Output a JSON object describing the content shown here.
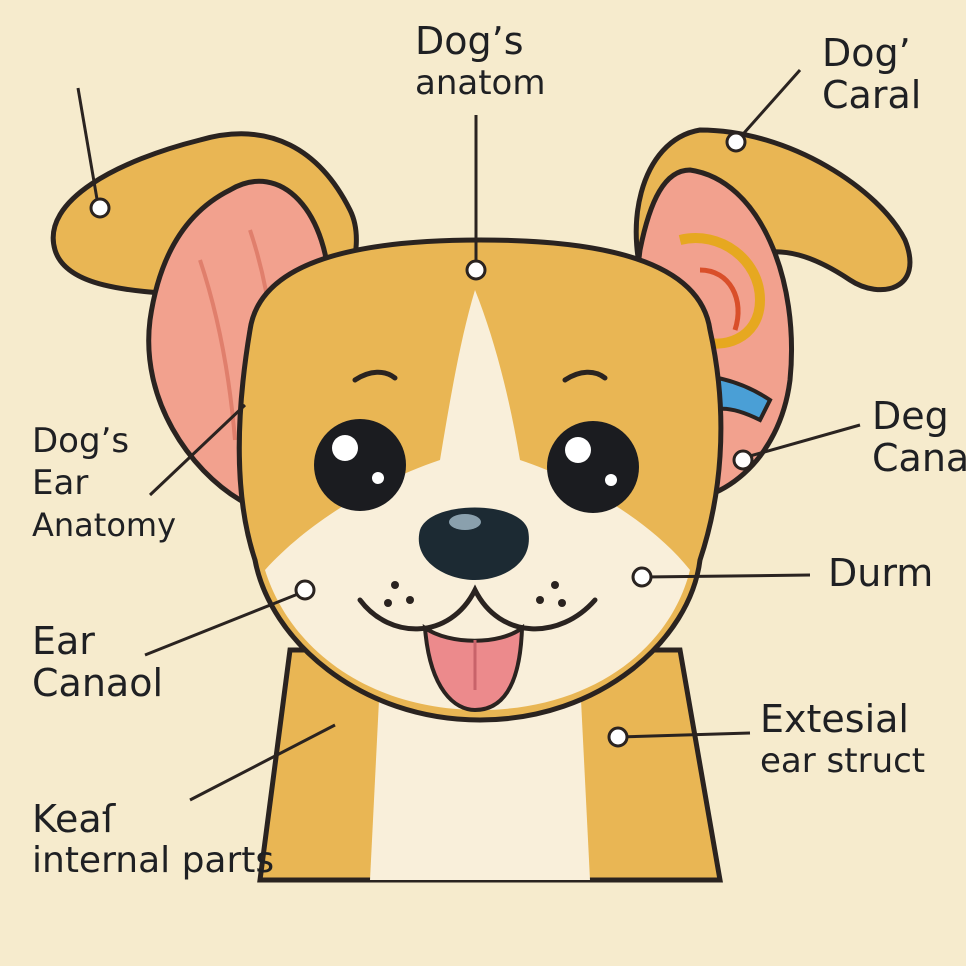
{
  "colors": {
    "background": "#f6ebcd",
    "fur": "#e9b654",
    "fur_dark": "#d9a03f",
    "cream": "#f9efda",
    "ear_inner": "#f2a18e",
    "outline": "#2a2320",
    "nose": "#1c2a33",
    "tongue": "#ec8a8c"
  },
  "labels": {
    "top_center": {
      "line1": "Dog’s",
      "line2": "anatom"
    },
    "top_right": {
      "line1": "Dog’",
      "line2": "Caral"
    },
    "left_ear": {
      "line1": "Dog’s",
      "line2": "Ear",
      "line3": "Anatomy"
    },
    "right_canal": {
      "line1": "Deg",
      "line2": "Cana"
    },
    "left_canal": {
      "line1": "Ear",
      "line2": "Canaol"
    },
    "right_durum": {
      "line1": "Durm"
    },
    "right_external": {
      "line1": "Extesial",
      "line2": "ear struct"
    },
    "bottom_left": {
      "line1": "Keaſ",
      "line2": "internal parts"
    }
  }
}
